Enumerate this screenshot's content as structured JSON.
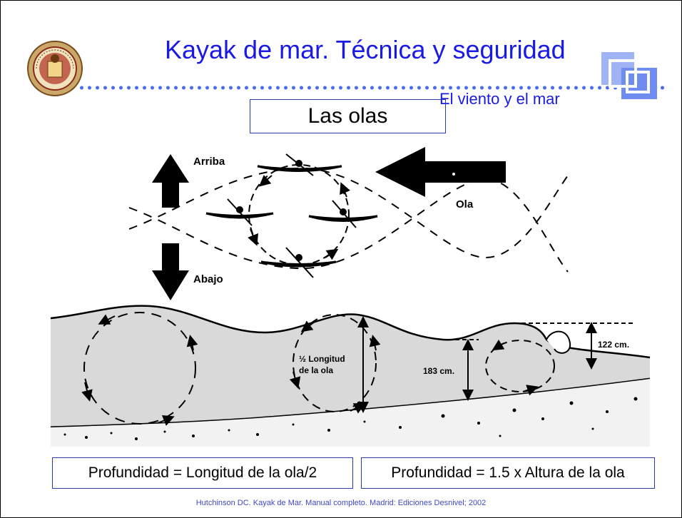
{
  "header": {
    "title": "Kayak de mar. Técnica y seguridad",
    "subtitle": "El viento y el mar",
    "accent_color": "#1a1ae6",
    "dots_color": "#4a6cf0"
  },
  "section_title": "Las olas",
  "figure": {
    "labels": {
      "up": "Arriba",
      "down": "Abajo",
      "wave": "Ola",
      "half_length": "½ Longitud",
      "half_length_2": "de la ola",
      "depth": "183 cm.",
      "height": "122 cm."
    }
  },
  "formulas": {
    "left": "Profundidad = Longitud de la ola/2",
    "right": "Profundidad = 1.5 x Altura de la ola"
  },
  "citation": "Hutchinson DC. Kayak de Mar. Manual completo. Madrid: Ediciones Desnivel; 2002"
}
